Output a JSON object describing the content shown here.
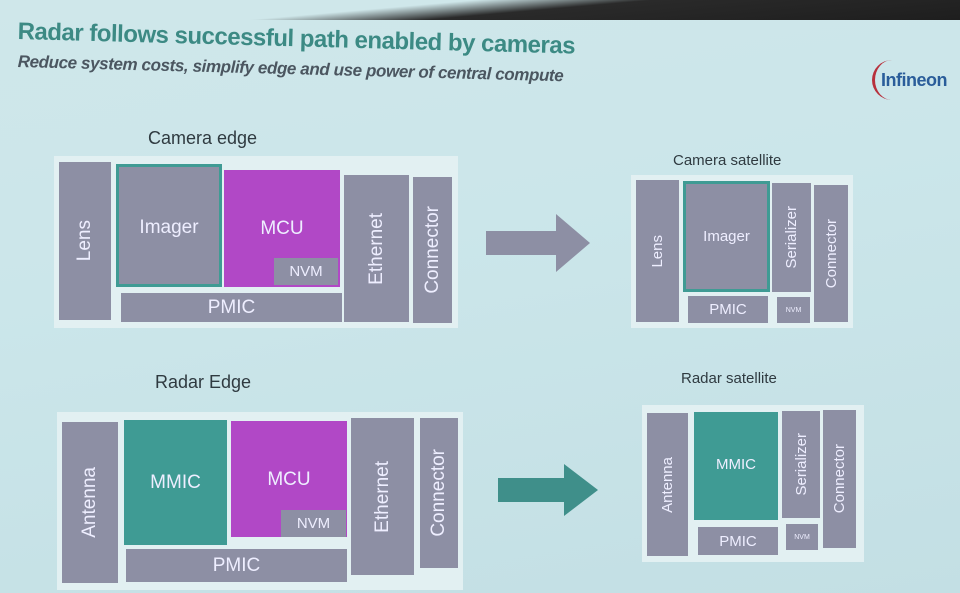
{
  "header": {
    "title": "Radar follows successful path enabled by cameras",
    "subtitle": "Reduce system costs, simplify edge and use power of central compute",
    "logo": "Infineon"
  },
  "camera_edge": {
    "label": "Camera edge",
    "blocks": {
      "lens": "Lens",
      "imager": "Imager",
      "mcu": "MCU",
      "nvm": "NVM",
      "pmic": "PMIC",
      "ethernet": "Ethernet",
      "connector": "Connector"
    }
  },
  "camera_satellite": {
    "label": "Camera satellite",
    "blocks": {
      "lens": "Lens",
      "imager": "Imager",
      "serializer": "Serializer",
      "connector": "Connector",
      "pmic": "PMIC",
      "nvm": "NVM"
    }
  },
  "radar_edge": {
    "label": "Radar Edge",
    "blocks": {
      "antenna": "Antenna",
      "mmic": "MMIC",
      "mcu": "MCU",
      "nvm": "NVM",
      "pmic": "PMIC",
      "ethernet": "Ethernet",
      "connector": "Connector"
    }
  },
  "radar_satellite": {
    "label": "Radar satellite",
    "blocks": {
      "antenna": "Antenna",
      "mmic": "MMIC",
      "serializer": "Serializer",
      "connector": "Connector",
      "pmic": "PMIC",
      "nvm": "NVM"
    }
  },
  "colors": {
    "gray": "#8d8fa4",
    "teal": "#3f9b94",
    "magenta": "#b148c6",
    "title": "#3c8a84"
  }
}
